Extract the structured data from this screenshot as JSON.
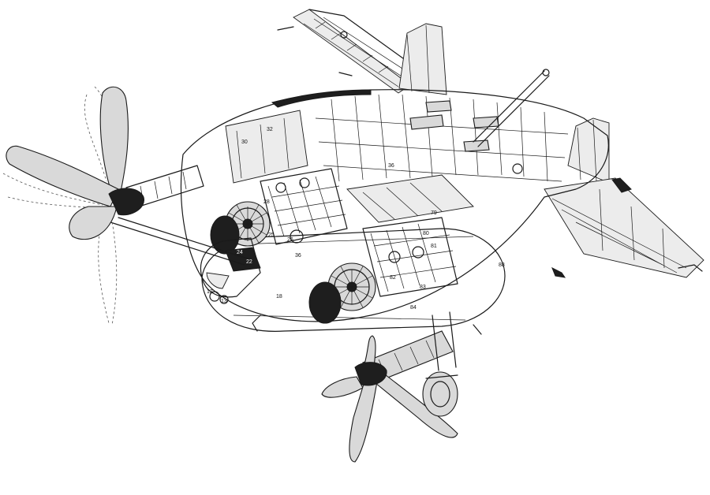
{
  "callouts": {
    "c30": "30",
    "c32": "32",
    "c28": "28",
    "c25": "25",
    "c26": "26",
    "c24": "24",
    "c22": "22",
    "c12": "12",
    "c13": "13",
    "c18": "18",
    "c36a": "36",
    "c36b": "36",
    "c79": "79",
    "c80": "80",
    "c81": "81",
    "c82": "82",
    "c83": "83",
    "c84": "84",
    "c88": "88"
  },
  "colors": {
    "ink": "#1a1a1a",
    "shade": "#d9d9d9",
    "dark": "#1e1e1e"
  }
}
